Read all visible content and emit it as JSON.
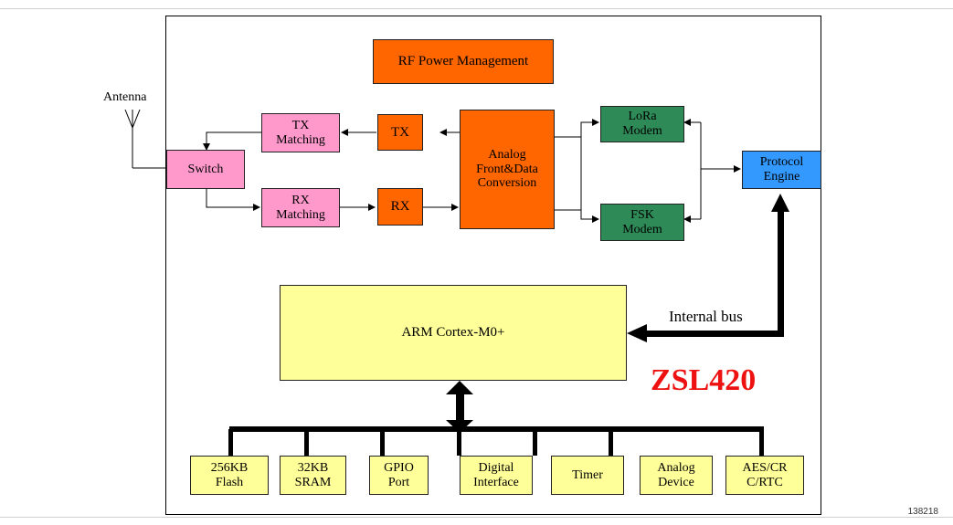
{
  "title": "ZSL420",
  "antenna_label": "Antenna",
  "bus_label": "Internal bus",
  "figure_id": "138218",
  "blocks": {
    "rf_power": "RF Power Management",
    "tx_matching": "TX\nMatching",
    "rx_matching": "RX\nMatching",
    "switch": "Switch",
    "tx": "TX",
    "rx": "RX",
    "afe": "Analog\nFront&Data\nConversion",
    "lora": "LoRa\nModem",
    "fsk": "FSK\nModem",
    "protocol": "Protocol\nEngine",
    "cpu": "ARM Cortex-M0+"
  },
  "peripherals": [
    "256KB\nFlash",
    "32KB\nSRAM",
    "GPIO\nPort",
    "Digital\nInterface",
    "Timer",
    "Analog\nDevice",
    "AES/CR\nC/RTC"
  ],
  "colors": {
    "orange": "#ff6600",
    "pink": "#ff99cc",
    "green": "#2e8b57",
    "blue": "#3399ff",
    "yellow": "#ffff99",
    "title_red": "#ee1111"
  }
}
